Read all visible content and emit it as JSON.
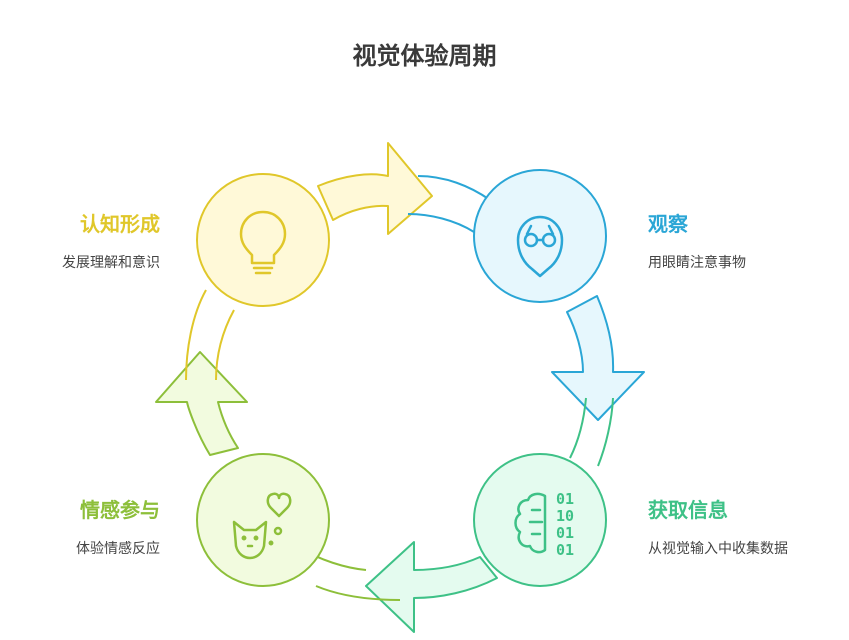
{
  "title": "视觉体验周期",
  "stages": [
    {
      "title": "观察",
      "desc": "用眼睛注意事物",
      "color": "#2aa6d6",
      "fill": "#e6f7fd",
      "icon": "binoculars-pin-icon"
    },
    {
      "title": "获取信息",
      "desc": "从视觉输入中收集数据",
      "color": "#3ec187",
      "fill": "#e4fbef",
      "icon": "brain-binary-icon"
    },
    {
      "title": "情感参与",
      "desc": "体验情感反应",
      "color": "#8dbf3a",
      "fill": "#f2fbdf",
      "icon": "cat-heart-icon"
    },
    {
      "title": "认知形成",
      "desc": "发展理解和意识",
      "color": "#e0c72a",
      "fill": "#fff9d8",
      "icon": "lightbulb-icon"
    }
  ],
  "binary_text": [
    "01",
    "10",
    "01",
    "01"
  ]
}
